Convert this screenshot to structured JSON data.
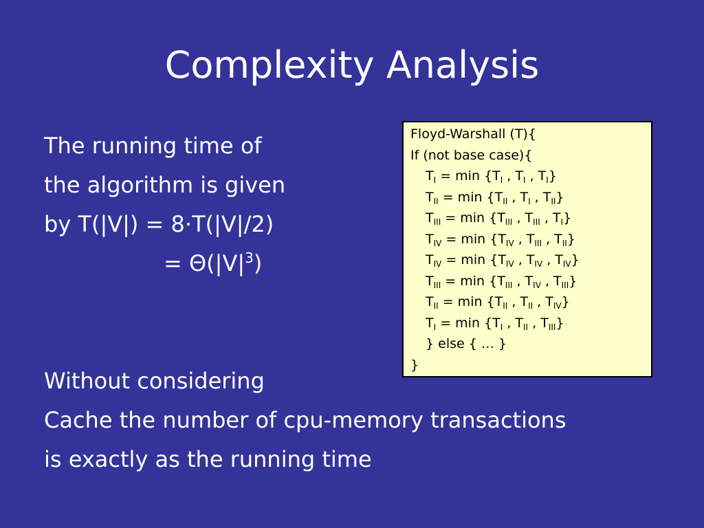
{
  "slide": {
    "title": "Complexity Analysis",
    "body": {
      "line1": "The running time of",
      "line2": "the algorithm is given",
      "line3": "by T(|V|) = 8·T(|V|/2)",
      "line4_base": "= Θ(|V|",
      "line4_sup": "3",
      "line4_end": ")"
    },
    "body2": {
      "line1": "Without considering",
      "line2": "Cache the number of cpu-memory transactions",
      "line3": "is exactly as the running time"
    },
    "code": {
      "header": "Floyd-Warshall (T){",
      "if_line": "If (not base case){",
      "assignments": [
        {
          "lhs": "I",
          "a": "I",
          "b": "I",
          "c": "I"
        },
        {
          "lhs": "II",
          "a": "II",
          "b": "I",
          "c": "II"
        },
        {
          "lhs": "III",
          "a": "III",
          "b": "III",
          "c": "I"
        },
        {
          "lhs": "IV",
          "a": "IV",
          "b": "III",
          "c": "II"
        },
        {
          "lhs": "IV",
          "a": "IV",
          "b": "IV",
          "c": "IV"
        },
        {
          "lhs": "III",
          "a": "III",
          "b": "IV",
          "c": "III"
        },
        {
          "lhs": "II",
          "a": "II",
          "b": "II",
          "c": "IV"
        },
        {
          "lhs": "I",
          "a": "I",
          "b": "II",
          "c": "III"
        }
      ],
      "else_line": "} else { … }",
      "closing": "}"
    }
  }
}
